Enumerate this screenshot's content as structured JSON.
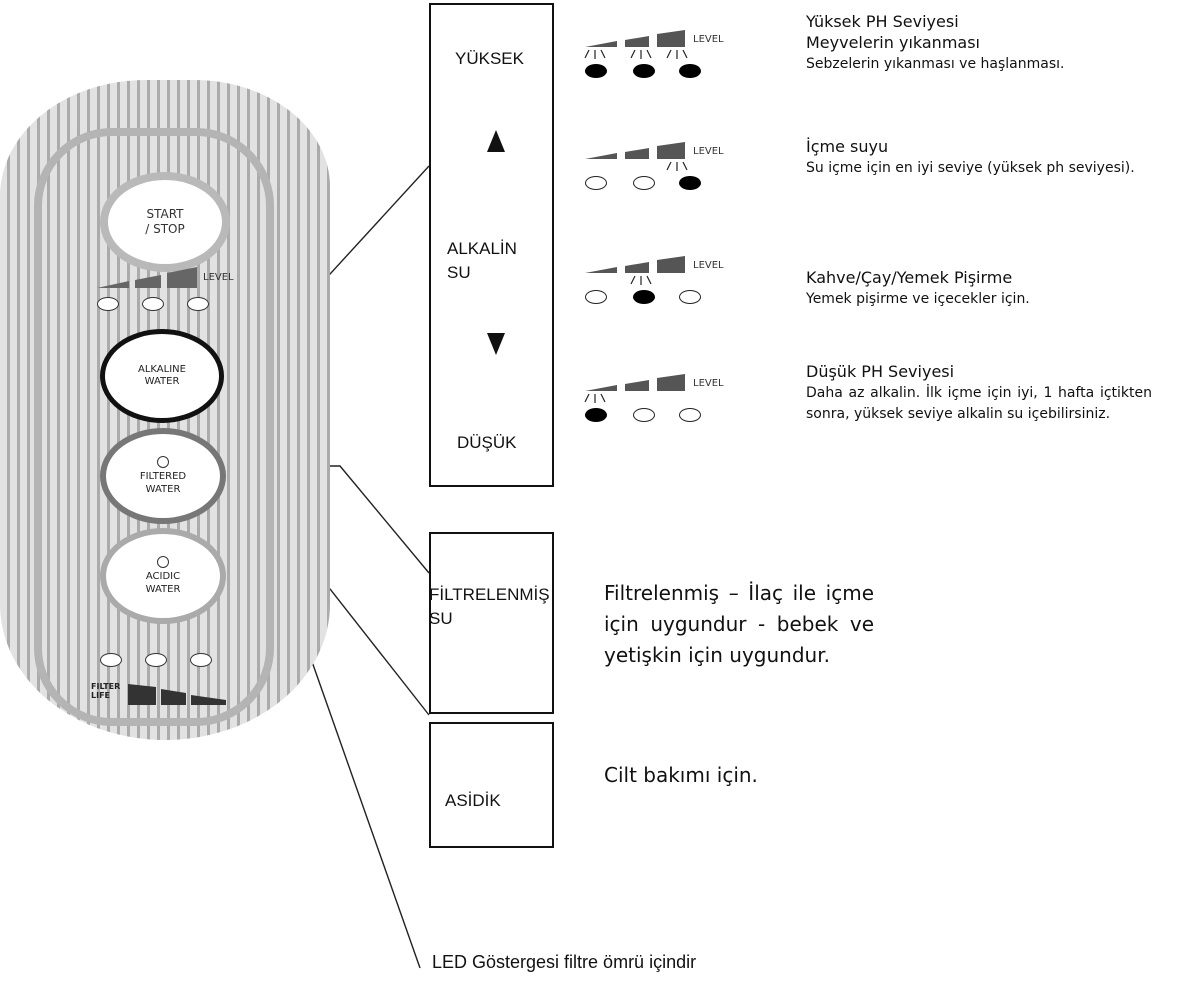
{
  "device": {
    "start_stop": [
      "START",
      "/ STOP"
    ],
    "level_label": "LEVEL",
    "alkaline_button": [
      "ALKALINE",
      "WATER"
    ],
    "filtered_button": [
      "FILTERED",
      "WATER"
    ],
    "acidic_button": [
      "ACIDIC",
      "WATER"
    ],
    "filter_life": [
      "FILTER",
      "LIFE"
    ]
  },
  "range_box": {
    "high": "YÜKSEK",
    "alkaline_1": "ALKALİN",
    "alkaline_2": "SU",
    "low": "DÜŞÜK"
  },
  "indicators": [
    {
      "label": "LEVEL",
      "active": [
        true,
        true,
        true
      ]
    },
    {
      "label": "LEVEL",
      "active": [
        false,
        false,
        true
      ]
    },
    {
      "label": "LEVEL",
      "active": [
        false,
        true,
        false
      ]
    },
    {
      "label": "LEVEL",
      "active": [
        true,
        false,
        false
      ]
    }
  ],
  "descriptions": [
    {
      "title_1": "Yüksek PH Seviyesi",
      "title_2": "Meyvelerin yıkanması",
      "text": "Sebzelerin yıkanması ve haşlanması."
    },
    {
      "title": "İçme suyu",
      "text": "Su içme için en iyi seviye (yüksek ph seviyesi)."
    },
    {
      "title": "Kahve/Çay/Yemek Pişirme",
      "text": "Yemek pişirme ve içecekler için."
    },
    {
      "title": "Düşük PH Seviyesi",
      "text": "Daha az alkalin. İlk içme için iyi, 1 hafta içtikten sonra, yüksek seviye alkalin su içebilirsiniz."
    }
  ],
  "filtered_box": {
    "line1": "FİLTRELENMİŞ",
    "line2": "SU"
  },
  "filtered_desc": "Filtrelenmiş – İlaç ile içme için uygundur - bebek ve yetişkin için uygundur.",
  "acidic_box": {
    "label": "ASİDİK"
  },
  "acidic_desc": "Cilt bakımı için.",
  "led_note": "LED Göstergesi filtre ömrü içindir"
}
